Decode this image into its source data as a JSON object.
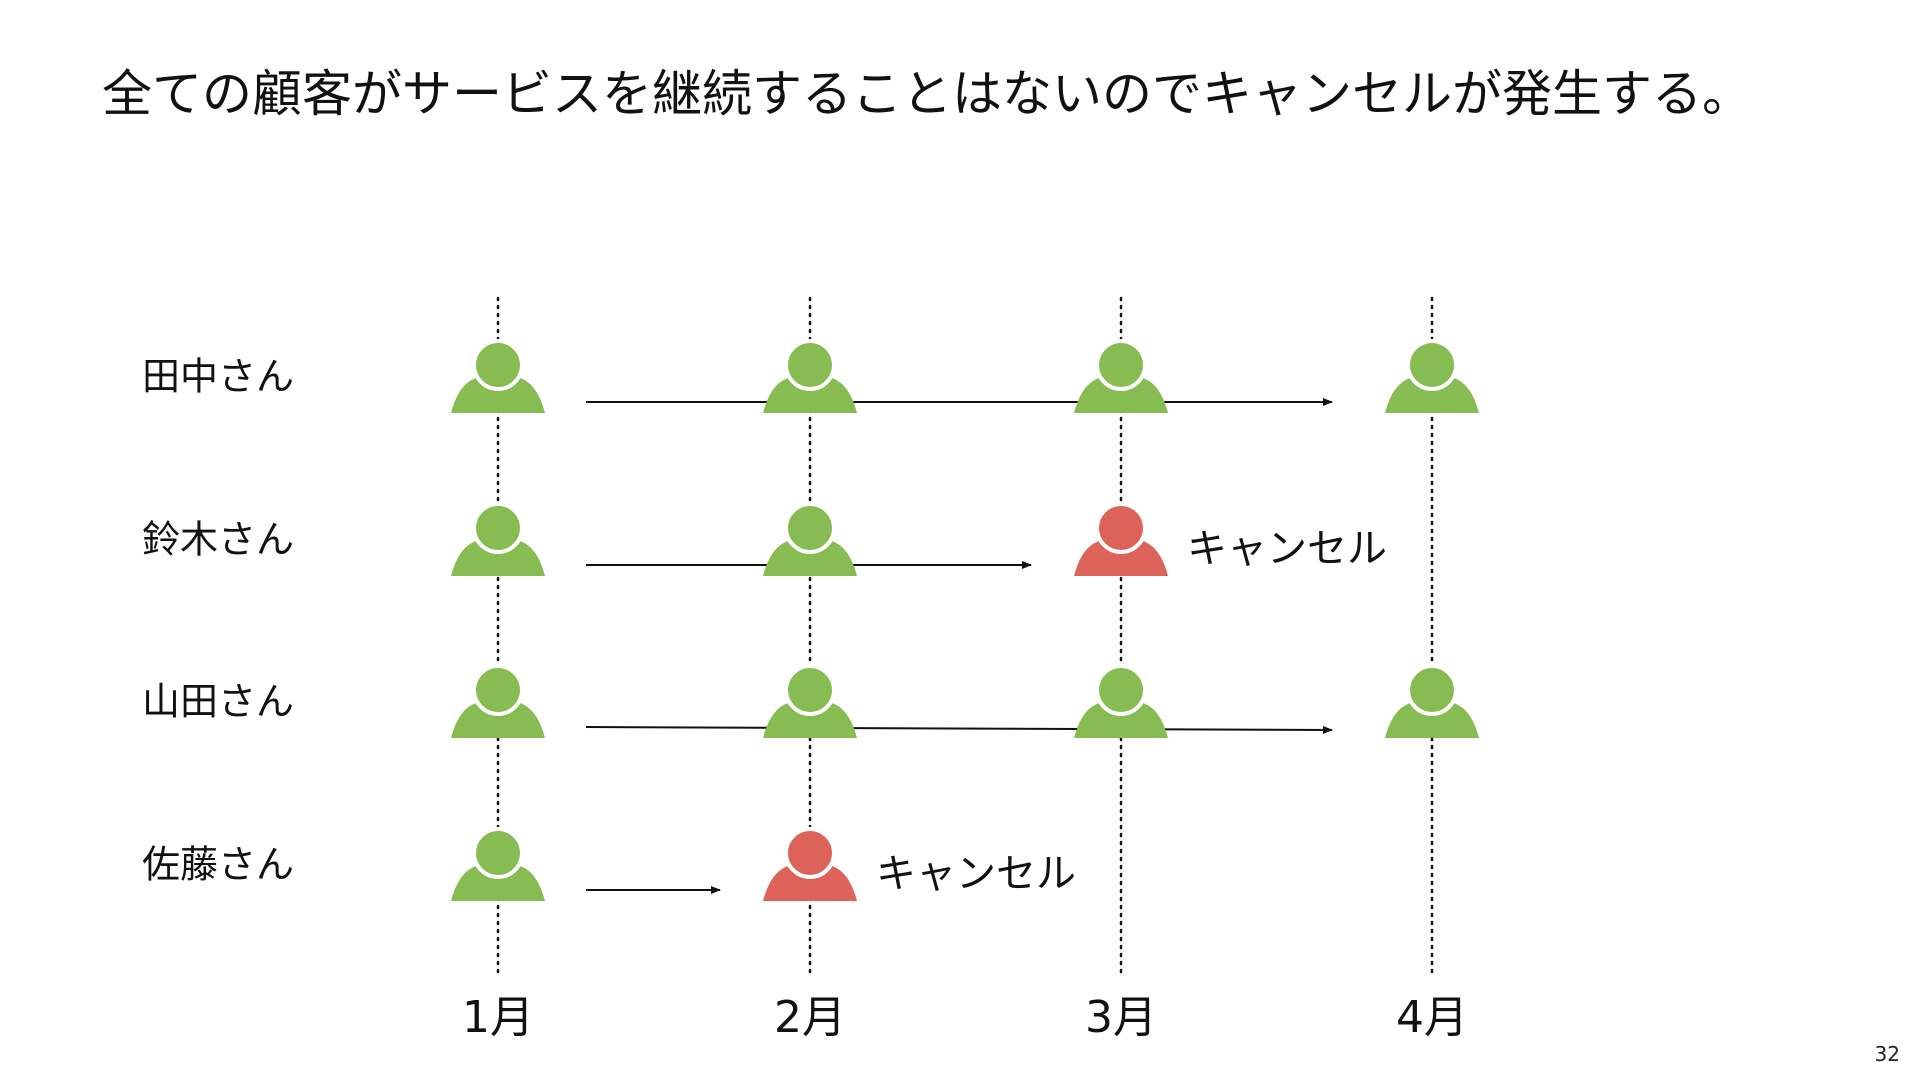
{
  "slide": {
    "title": "全ての顧客がサービスを継続することはないのでキャンセルが発生する。",
    "page_number": "32"
  },
  "colors": {
    "active": "#86BC51",
    "cancelled": "#DD6259",
    "line": "#111111",
    "text": "#111111"
  },
  "months": [
    "1月",
    "2月",
    "3月",
    "4月"
  ],
  "customers": [
    {
      "name": "田中さん",
      "statuses": [
        "active",
        "active",
        "active",
        "active"
      ]
    },
    {
      "name": "鈴木さん",
      "statuses": [
        "active",
        "active",
        "cancelled",
        null
      ],
      "cancel_label": "キャンセル"
    },
    {
      "name": "山田さん",
      "statuses": [
        "active",
        "active",
        "active",
        "active"
      ]
    },
    {
      "name": "佐藤さん",
      "statuses": [
        "active",
        "cancelled",
        null,
        null
      ],
      "cancel_label": "キャンセル"
    }
  ],
  "icons": {
    "person": "person-icon"
  }
}
